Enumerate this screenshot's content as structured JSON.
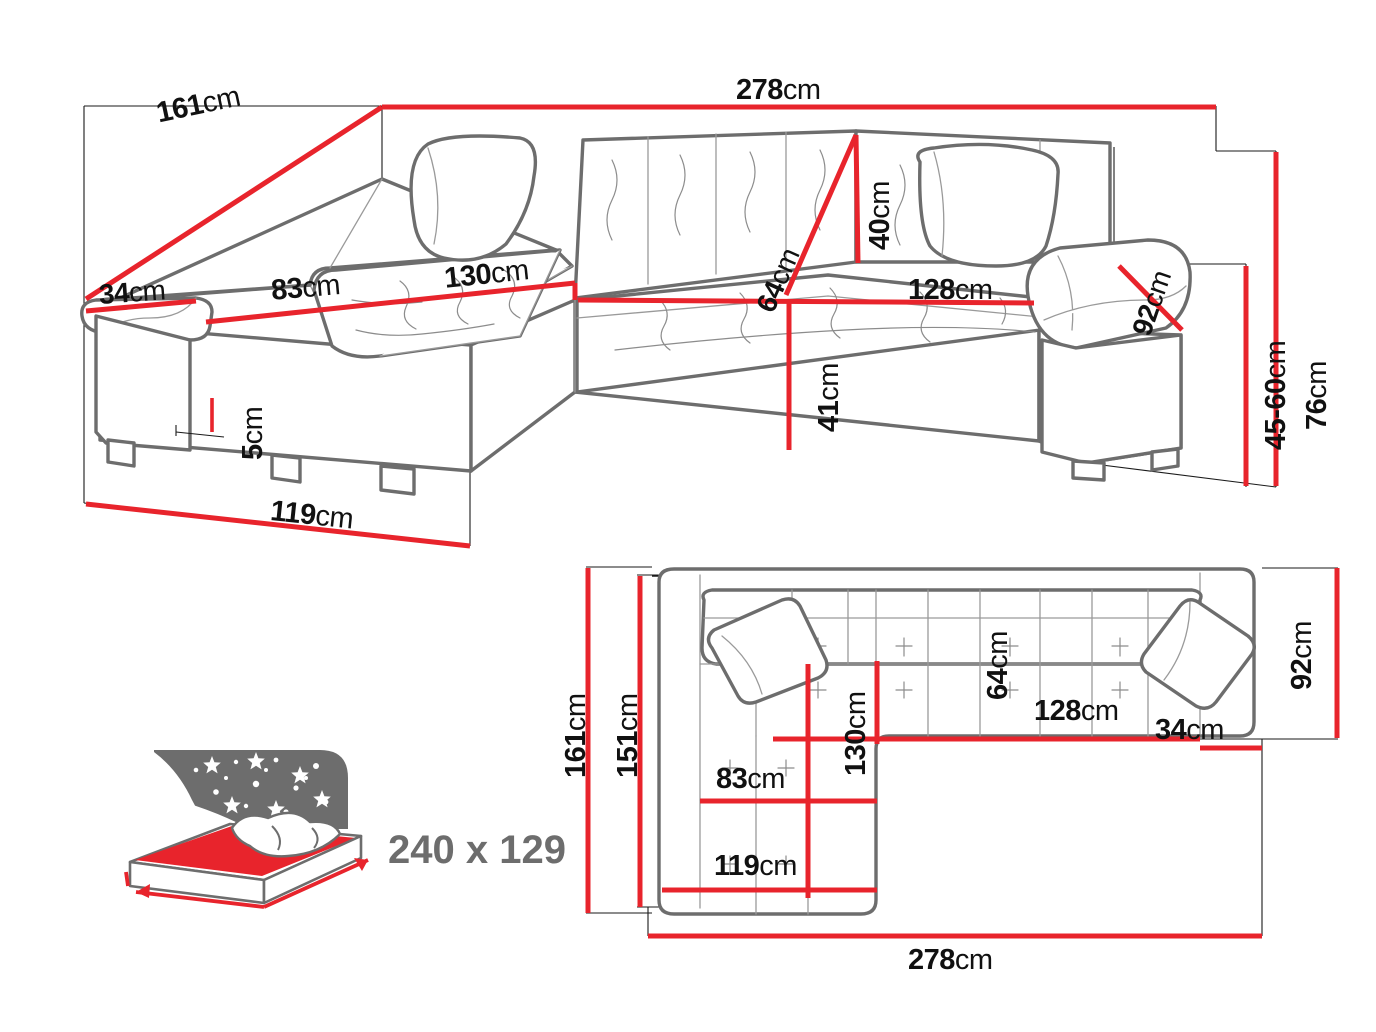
{
  "diagram": {
    "title": "Corner sofa bed dimension drawing",
    "units": "cm",
    "colors": {
      "dimension_red": "#E8242C",
      "outline_gray": "#6d6d6d",
      "text_black": "#111111",
      "icon_gray": "#6d6d6d"
    }
  },
  "perspective_view": {
    "name": "3D perspective view of corner sofa bed",
    "dimensions": {
      "overall_width": "278",
      "overall_depth": "161",
      "chaise_outer_width": "119",
      "armrest_width_left": "34",
      "seat_depth_chaise": "83",
      "chaise_seat_length": "130",
      "corner_seat_depth": "64",
      "main_seat_width": "128",
      "backrest_height": "40",
      "seat_height": "41",
      "leg_height": "5",
      "armrest_depth": "92",
      "seat_height_range": "45-60",
      "total_height": "76"
    },
    "unit_suffix": "cm"
  },
  "plan_view": {
    "name": "Top-down plan view of corner sofa bed",
    "dimensions": {
      "overall_width": "278",
      "overall_depth": "161",
      "inner_depth": "151",
      "chaise_seat_length": "130",
      "corner_seat_depth": "64",
      "main_seat_width": "128",
      "armrest_width_right": "34",
      "armrest_depth": "92",
      "chaise_seat_depth": "83",
      "chaise_outer_width": "119"
    },
    "unit_suffix": "cm"
  },
  "sleeping_area": {
    "name": "Sleeping surface size icon",
    "label": "240 x 129",
    "icon": "bed-with-stars-icon"
  }
}
